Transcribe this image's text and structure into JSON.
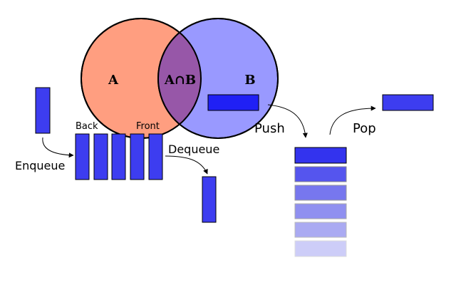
{
  "venn": {
    "set_a_label": "A",
    "set_b_label": "B",
    "intersection_label": "A∩B",
    "colors": {
      "a_fill": "#ff9e80",
      "b_fill": "#9999ff",
      "overlap_fill": "#9757a8",
      "outline": "#000000"
    }
  },
  "queue": {
    "back_label": "Back",
    "front_label": "Front",
    "enqueue_label": "Enqueue",
    "dequeue_label": "Dequeue",
    "item_color": "#3d3df0"
  },
  "stack": {
    "push_label": "Push",
    "pop_label": "Pop",
    "item_color": "#2020f5",
    "level_colors": [
      "#3333ee",
      "#5555ee",
      "#7777ee",
      "#9090f0",
      "#aaaaf2",
      "#cdcdf8"
    ]
  }
}
